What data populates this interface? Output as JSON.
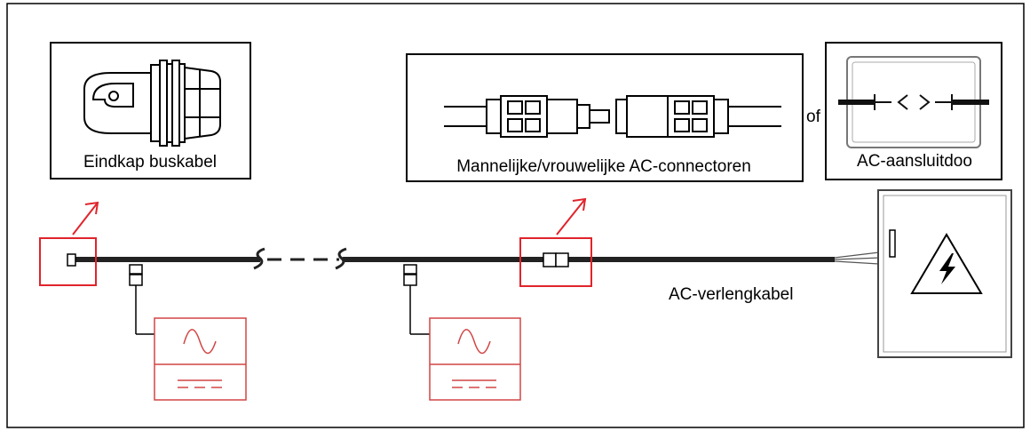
{
  "labels": {
    "end_cap": "Eindkap buskabel",
    "connectors": "Mannelijke/vrouwelijke AC-connectoren",
    "or_word": "of",
    "junction_box": "AC-aansluitdoo",
    "extension_cable": "AC-verlengkabel"
  },
  "colors": {
    "cable": "#222222",
    "highlight": "#e0242b",
    "inverter": "#d24545",
    "frame": "#000000"
  },
  "icons": [
    "end-cap-connector-icon",
    "ac-connector-pair-icon",
    "junction-box-icon",
    "inverter-icon",
    "distribution-cabinet-icon",
    "high-voltage-icon",
    "sine-wave-icon",
    "dc-symbol-icon",
    "arrow-icon",
    "t-connector-icon",
    "cable-break-icon"
  ]
}
